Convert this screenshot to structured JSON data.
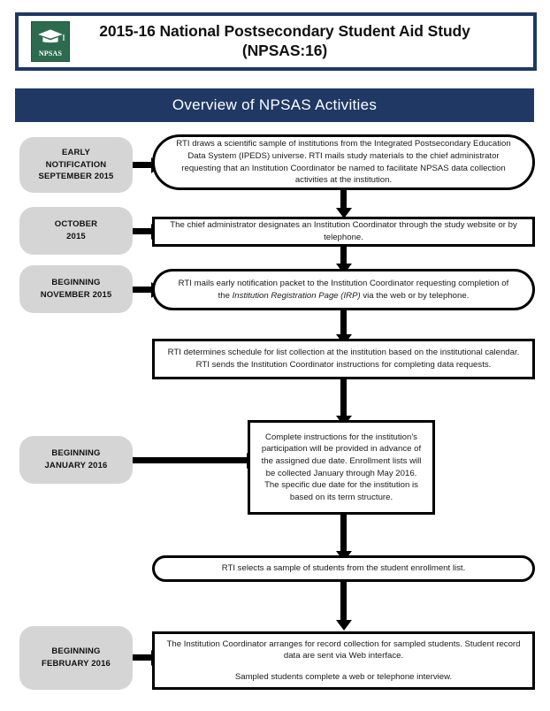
{
  "header": {
    "logo_icon": "graduation-cap-icon",
    "logo_text": "NPSAS",
    "title_line1": "2015-16 National Postsecondary Student Aid Study",
    "title_line2": "(NPSAS:16)",
    "border_color": "#1f3864",
    "logo_color": "#2d6b4f"
  },
  "section_bar": {
    "label": "Overview of NPSAS Activities",
    "background": "#1f3864",
    "text_color": "#ffffff"
  },
  "flowchart": {
    "pill_color": "#d5d5d5",
    "node_border_color": "#000000",
    "steps": [
      {
        "pill": "EARLY\nNOTIFICATION\nSEPTEMBER 2015",
        "pill_line1": "EARLY",
        "pill_line2": "NOTIFICATION",
        "pill_line3": "SEPTEMBER 2015",
        "shape": "rounded",
        "text": "RTI draws a scientific sample of institutions from the Integrated Postsecondary Education Data System (IPEDS) universe. RTI mails study materials to the chief administrator requesting that an Institution Coordinator be named to facilitate NPSAS data collection activities at the institution."
      },
      {
        "pill_line1": "OCTOBER",
        "pill_line2": "2015",
        "shape": "rect",
        "text": "The chief administrator designates an Institution Coordinator through the study website or by telephone."
      },
      {
        "pill_line1": "BEGINNING",
        "pill_line2": "NOVEMBER 2015",
        "shape": "rounded",
        "text_before": "RTI mails early notification packet to the Institution Coordinator requesting completion of the ",
        "text_italic": "Institution Registration Page (IRP)",
        "text_after": " via the web or by telephone."
      },
      {
        "pill_line1": "",
        "pill_line2": "",
        "shape": "rect",
        "text": "RTI determines schedule for list collection at the institution based on the institutional calendar. RTI sends the Institution Coordinator instructions for completing data requests."
      },
      {
        "pill_line1": "BEGINNING",
        "pill_line2": "JANUARY 2016",
        "shape": "rect",
        "text": "Complete instructions for the institution's participation will be provided in advance of the assigned due date. Enrollment lists will be collected January through May 2016. The specific due date for the institution is based on its term structure."
      },
      {
        "pill_line1": "",
        "pill_line2": "",
        "shape": "rounded",
        "text": "RTI selects a sample of students from the student enrollment list."
      },
      {
        "pill_line1": "BEGINNING",
        "pill_line2": "FEBRUARY 2016",
        "shape": "rect",
        "text_para1": "The Institution Coordinator arranges for record collection for sampled students. Student record data are sent via Web interface.",
        "text_para2": "Sampled students complete a web or telephone interview."
      }
    ]
  }
}
